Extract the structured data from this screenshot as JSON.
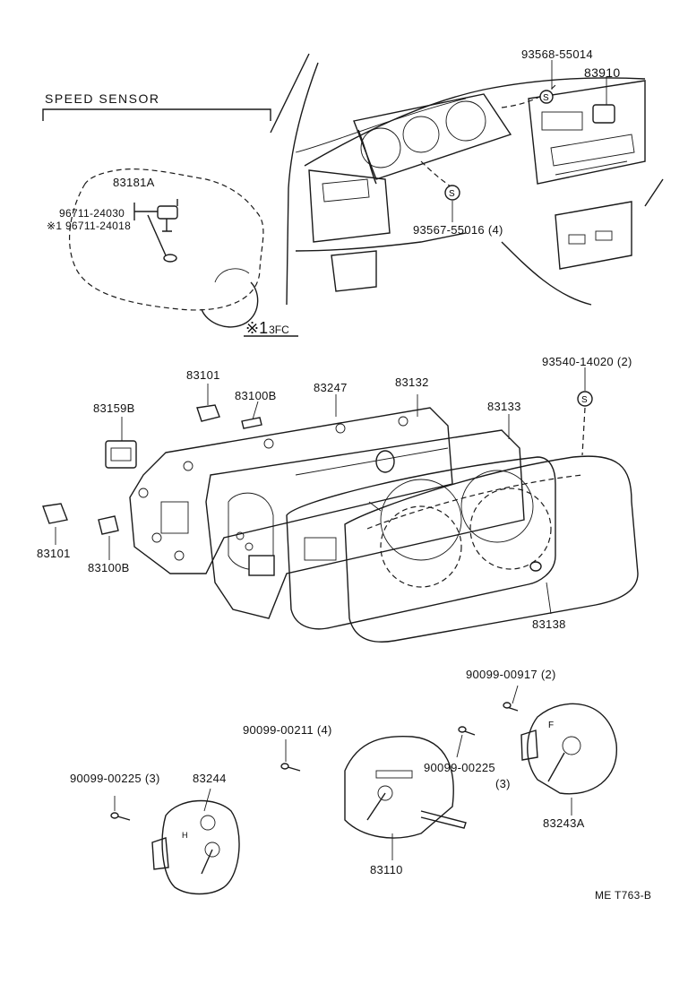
{
  "section": {
    "speed_sensor_title": "SPEED   SENSOR"
  },
  "note_mark": {
    "symbol": "※1",
    "code": "3FC"
  },
  "parts": {
    "p93568": "93568-55014",
    "p83910": "83910",
    "p83181a": "83181A",
    "p96711a": "96711-24030",
    "p96711b": "※1 96711-24018",
    "p93567": "93567-55016 (4)",
    "p93540": "93540-14020 (2)",
    "p83101_top": "83101",
    "p83100b_top": "83100B",
    "p83247": "83247",
    "p83132": "83132",
    "p83159b": "83159B",
    "p83133": "83133",
    "p83101_bot": "83101",
    "p83100b_bot": "83100B",
    "p83138": "83138",
    "p90099_917": "90099-00917 (2)",
    "p90099_211": "90099-00211 (4)",
    "p90099_225r": "90099-00225",
    "p90099_225r_qty": "(3)",
    "p90099_225l": "90099-00225 (3)",
    "p83244": "83244",
    "p83243a": "83243A",
    "p83110": "83110"
  },
  "footer": {
    "ref": "ME  T763-B"
  }
}
